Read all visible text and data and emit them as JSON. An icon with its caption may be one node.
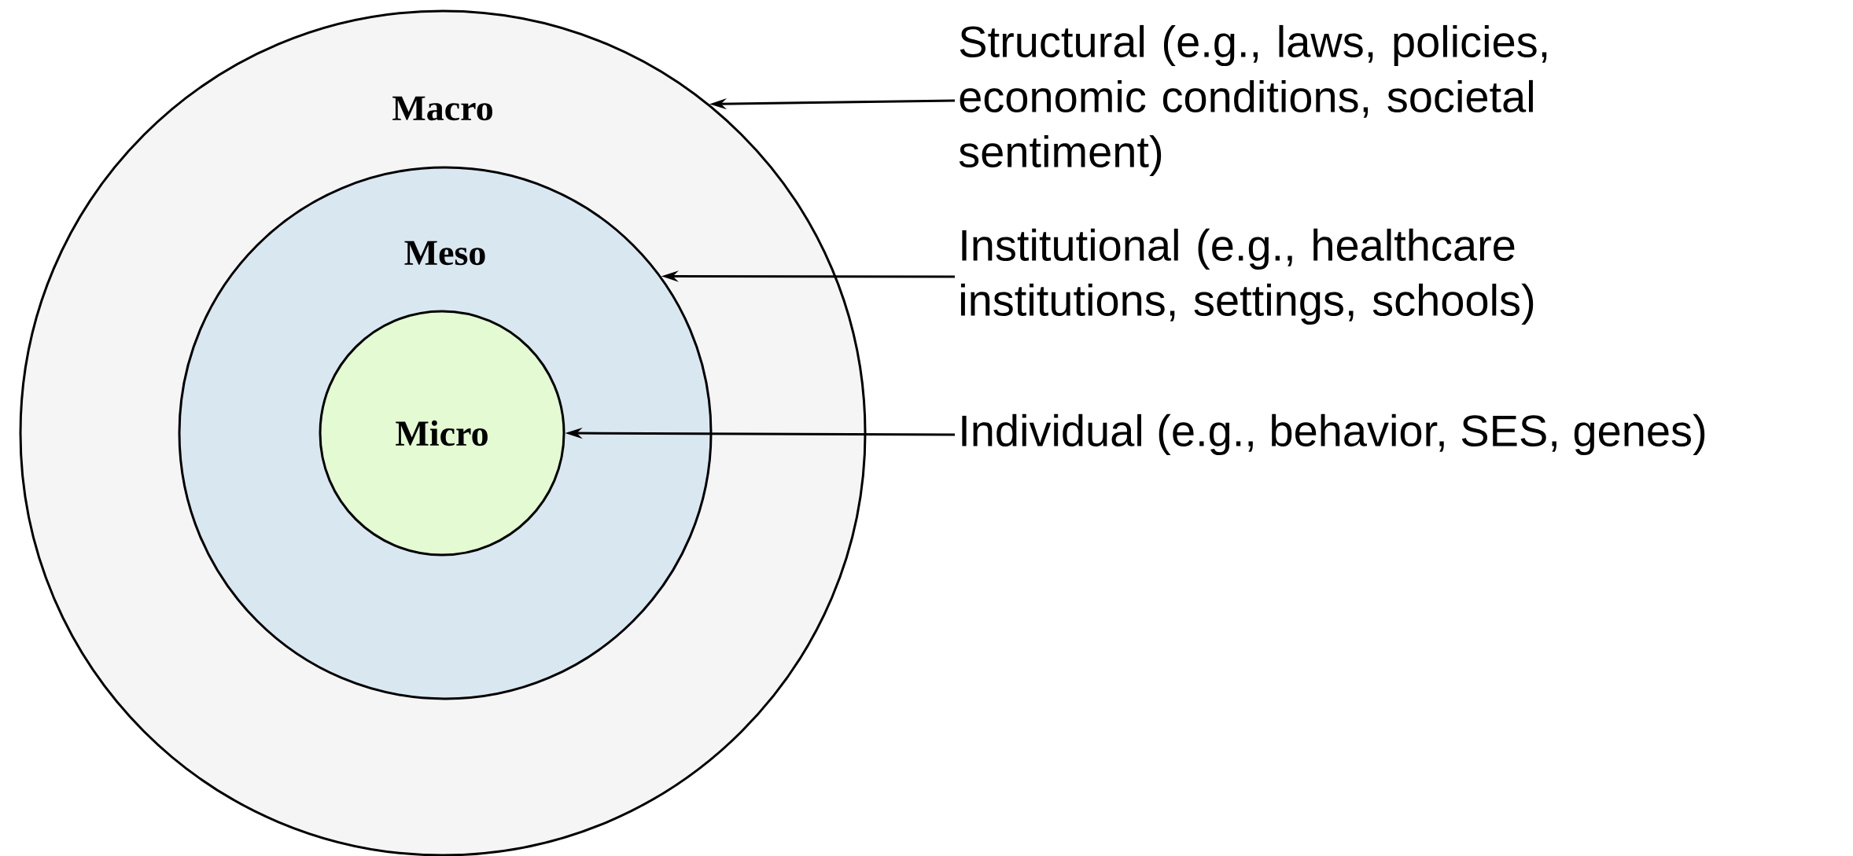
{
  "diagram": {
    "nodes": [
      {
        "text": [
          "Macro"
        ]
      },
      {
        "text": [
          "Meso"
        ],
        "in": 0
      },
      {
        "text": [
          "Micro"
        ],
        "in": 1
      },
      {
        "text": [
          "Structural (e.g., laws, policies, economic conditions, societal sentiment)"
        ]
      },
      {
        "text": [
          "Institutional (e.g., healthcare institutions, settings, schools)"
        ]
      },
      {
        "text": [
          "Individual (e.g., behavior, SES, genes)"
        ]
      }
    ],
    "edges": [
      {
        "from": 3,
        "to": 0,
        "arrow": "to"
      },
      {
        "from": 4,
        "to": 1,
        "arrow": "to"
      },
      {
        "from": 5,
        "to": 2,
        "arrow": "to"
      }
    ]
  }
}
